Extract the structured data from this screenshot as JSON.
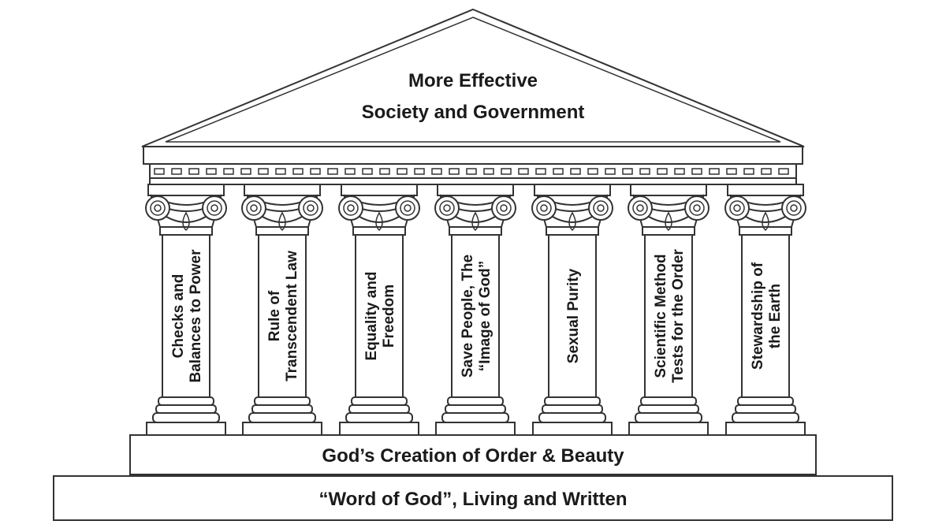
{
  "roof": {
    "title_line1": "More Effective",
    "title_line2": "Society and Government"
  },
  "pillars": [
    {
      "line1": "Checks and",
      "line2": "Balances to Power"
    },
    {
      "line1": "Rule of",
      "line2": "Transcendent Law"
    },
    {
      "line1": "Equality and",
      "line2": "Freedom"
    },
    {
      "line1": "Save People, The",
      "line2": "“Image of God”"
    },
    {
      "line1": "Sexual Purity",
      "line2": ""
    },
    {
      "line1": "Scientific Method",
      "line2": "Tests for the Order"
    },
    {
      "line1": "Stewardship of",
      "line2": "the Earth"
    }
  ],
  "foundation": {
    "upper_step": "God’s Creation of Order & Beauty",
    "lower_step": "“Word of God”, Living and Written"
  }
}
